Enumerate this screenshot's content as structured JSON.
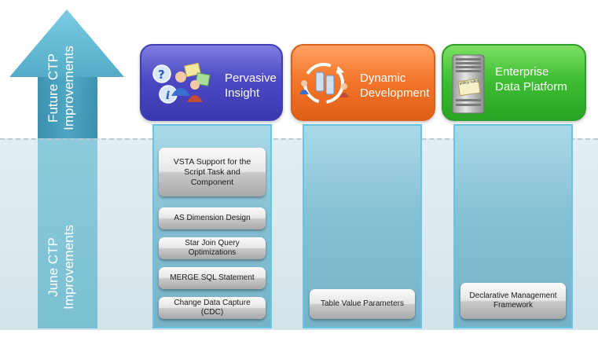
{
  "arrow": {
    "future_label_line1": "Future CTP",
    "future_label_line2": "Improvements",
    "june_label_line1": "June CTP",
    "june_label_line2": "Improvements"
  },
  "columns": [
    {
      "title_line1": "Pervasive",
      "title_line2": "Insight",
      "color": "#4d4ac4",
      "items": [
        "VSTA Support for the Script Task and Component",
        "AS Dimension Design",
        "Star Join Query Optimizations",
        "MERGE SQL Statement",
        "Change Data Capture (CDC)"
      ]
    },
    {
      "title_line1": "Dynamic",
      "title_line2": "Development",
      "color": "#f3772c",
      "items": [
        "Table Value Parameters"
      ]
    },
    {
      "title_line1": "Enterprise",
      "title_line2": "Data Platform",
      "color": "#3fbf33",
      "server_label": "policy rules",
      "items": [
        "Declarative Management Framework"
      ]
    }
  ]
}
